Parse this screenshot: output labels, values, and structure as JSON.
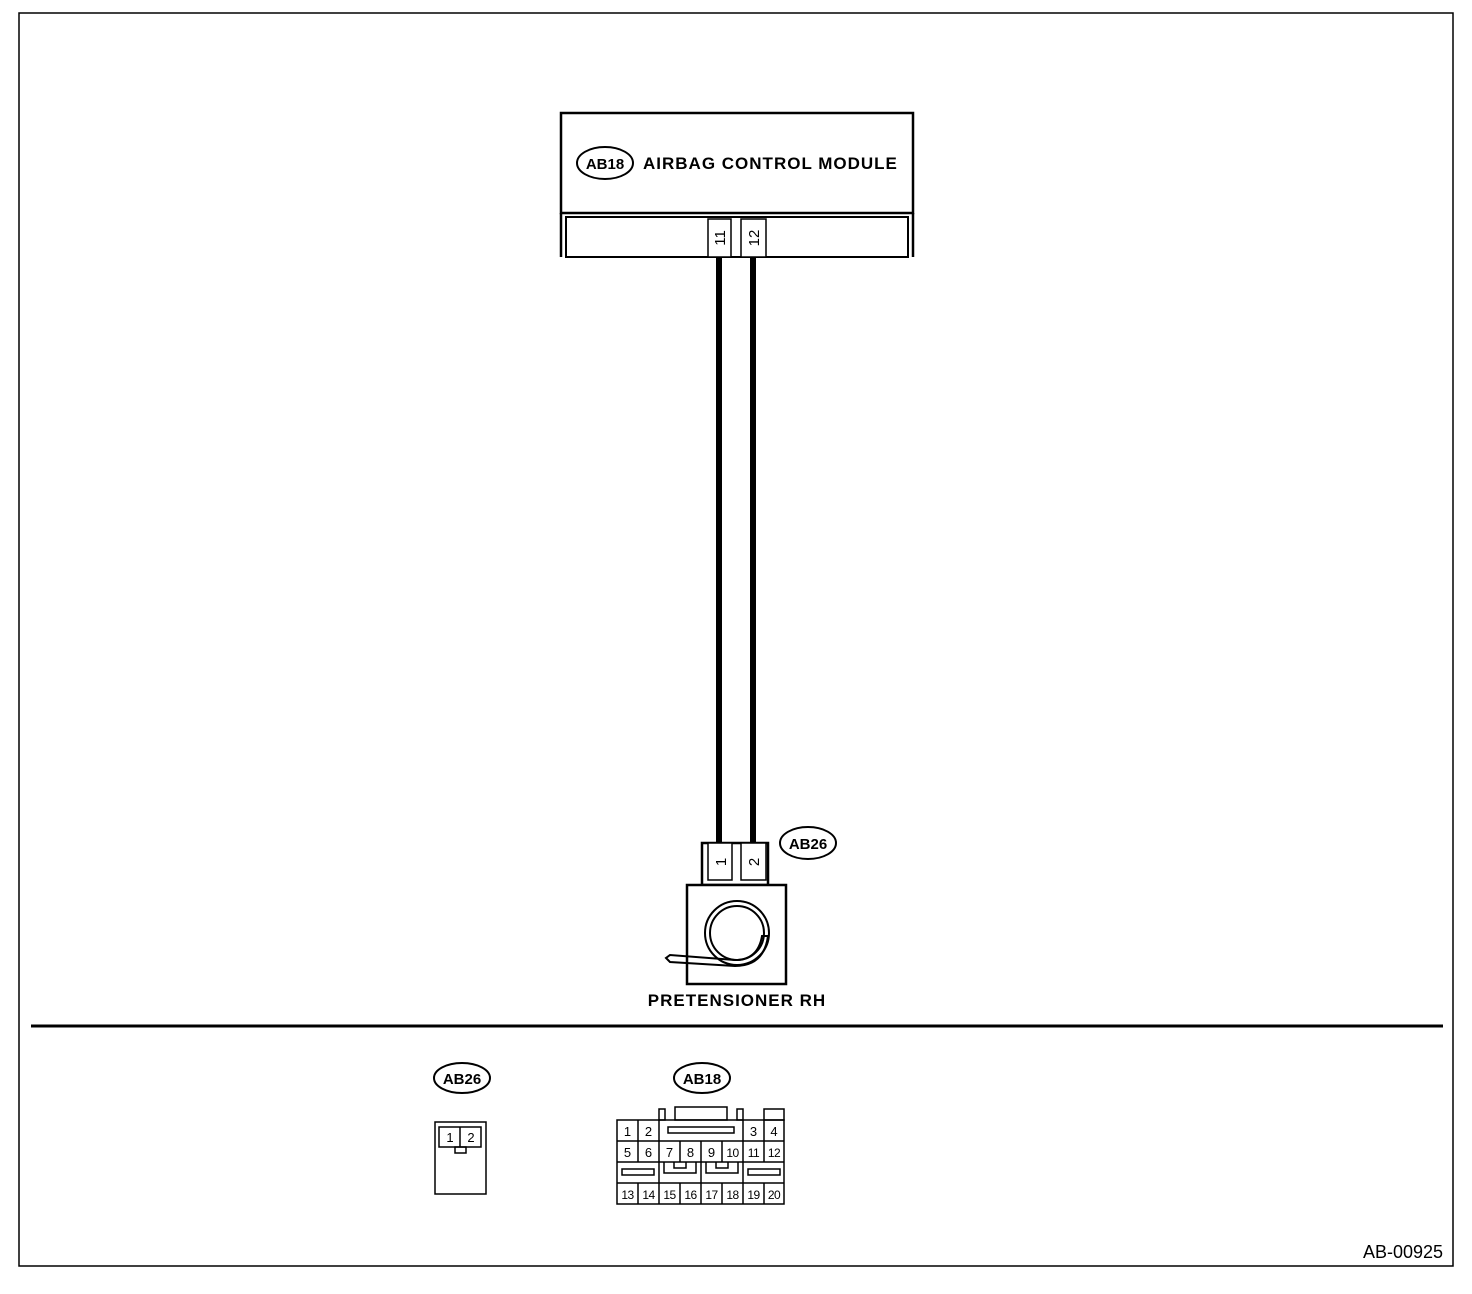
{
  "control_module": {
    "connector_tag": "AB18",
    "name": "AIRBAG CONTROL MODULE",
    "pins": [
      "11",
      "12"
    ]
  },
  "pretensioner": {
    "connector_tag": "AB26",
    "name": "PRETENSIONER RH",
    "pins": [
      "1",
      "2"
    ]
  },
  "connector_views": {
    "ab26": {
      "tag": "AB26",
      "pins": [
        "1",
        "2"
      ]
    },
    "ab18": {
      "tag": "AB18",
      "pins": [
        "1",
        "2",
        "3",
        "4",
        "5",
        "6",
        "7",
        "8",
        "9",
        "10",
        "11",
        "12",
        "13",
        "14",
        "15",
        "16",
        "17",
        "18",
        "19",
        "20"
      ]
    }
  },
  "figure_id": "AB-00925"
}
